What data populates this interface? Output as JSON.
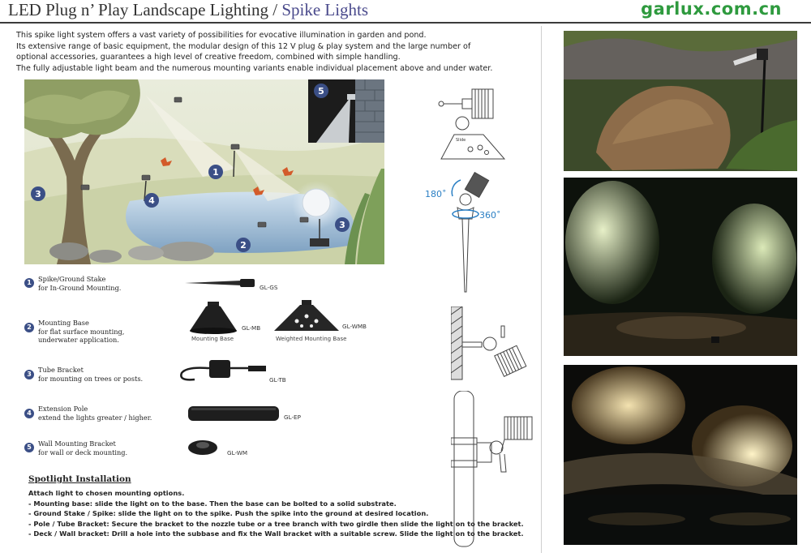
{
  "header": {
    "title_main": "LED Plug n’ Play Landscape Lighting / ",
    "title_sub": "Spike Lights",
    "brand": "garlux.com.cn"
  },
  "intro": [
    "This spike light system offers a vast variety of possibilities for evocative illumination in garden and pond.",
    "Its extensive range of basic equipment, the modular design of this 12 V plug & play system and the large number of",
    "optional accessories, guarantees a high level of creative freedom, combined with simple handling.",
    "The fully adjustable light beam and the numerous mounting variants enable individual placement above and under water."
  ],
  "scene_markers": [
    "1",
    "2",
    "3",
    "3",
    "4",
    "5"
  ],
  "products": [
    {
      "num": "1",
      "title": "Spike/Ground Stake",
      "desc": "for In-Ground Mounting.",
      "code": "GL-GS"
    },
    {
      "num": "2",
      "title": "Mounting Base",
      "desc": "for flat surface mounting,",
      "desc2": "underwater application.",
      "code": "GL-MB",
      "code2": "GL-WMB",
      "cap1": "Mounting Base",
      "cap2": "Weighted Mounting Base"
    },
    {
      "num": "3",
      "title": "Tube Bracket",
      "desc": "for mounting on trees or posts.",
      "code": "GL-TB"
    },
    {
      "num": "4",
      "title": "Extension Pole",
      "desc": "extend the lights greater / higher.",
      "code": "GL-EP"
    },
    {
      "num": "5",
      "title": "Wall Mounting Bracket",
      "desc": "for wall or deck mounting.",
      "code": "GL-WM"
    }
  ],
  "diagram": {
    "angle_tilt": "180˚",
    "angle_rotate": "360˚",
    "base_label": "Slide"
  },
  "install": {
    "title": "Spotlight Installation",
    "lines": [
      "Attach light to chosen mounting options.",
      "- Mounting base: slide the light on to the base. Then the base can be bolted to a solid substrate.",
      "- Ground Stake / Spike: slide the light on to the spike. Push the spike into the ground at desired location.",
      "- Pole / Tube Bracket: Secure the bracket to the nozzle tube or a tree branch with two girdle then slide the light on to the bracket.",
      "- Deck / Wall bracket: Drill a hole into the subbase and fix the Wall bracket with a suitable screw. Slide the light on to the bracket."
    ]
  },
  "colors": {
    "brand_green": "#2e9a3e",
    "marker_blue": "#3b4f86",
    "angle_blue": "#2a7fc4"
  }
}
